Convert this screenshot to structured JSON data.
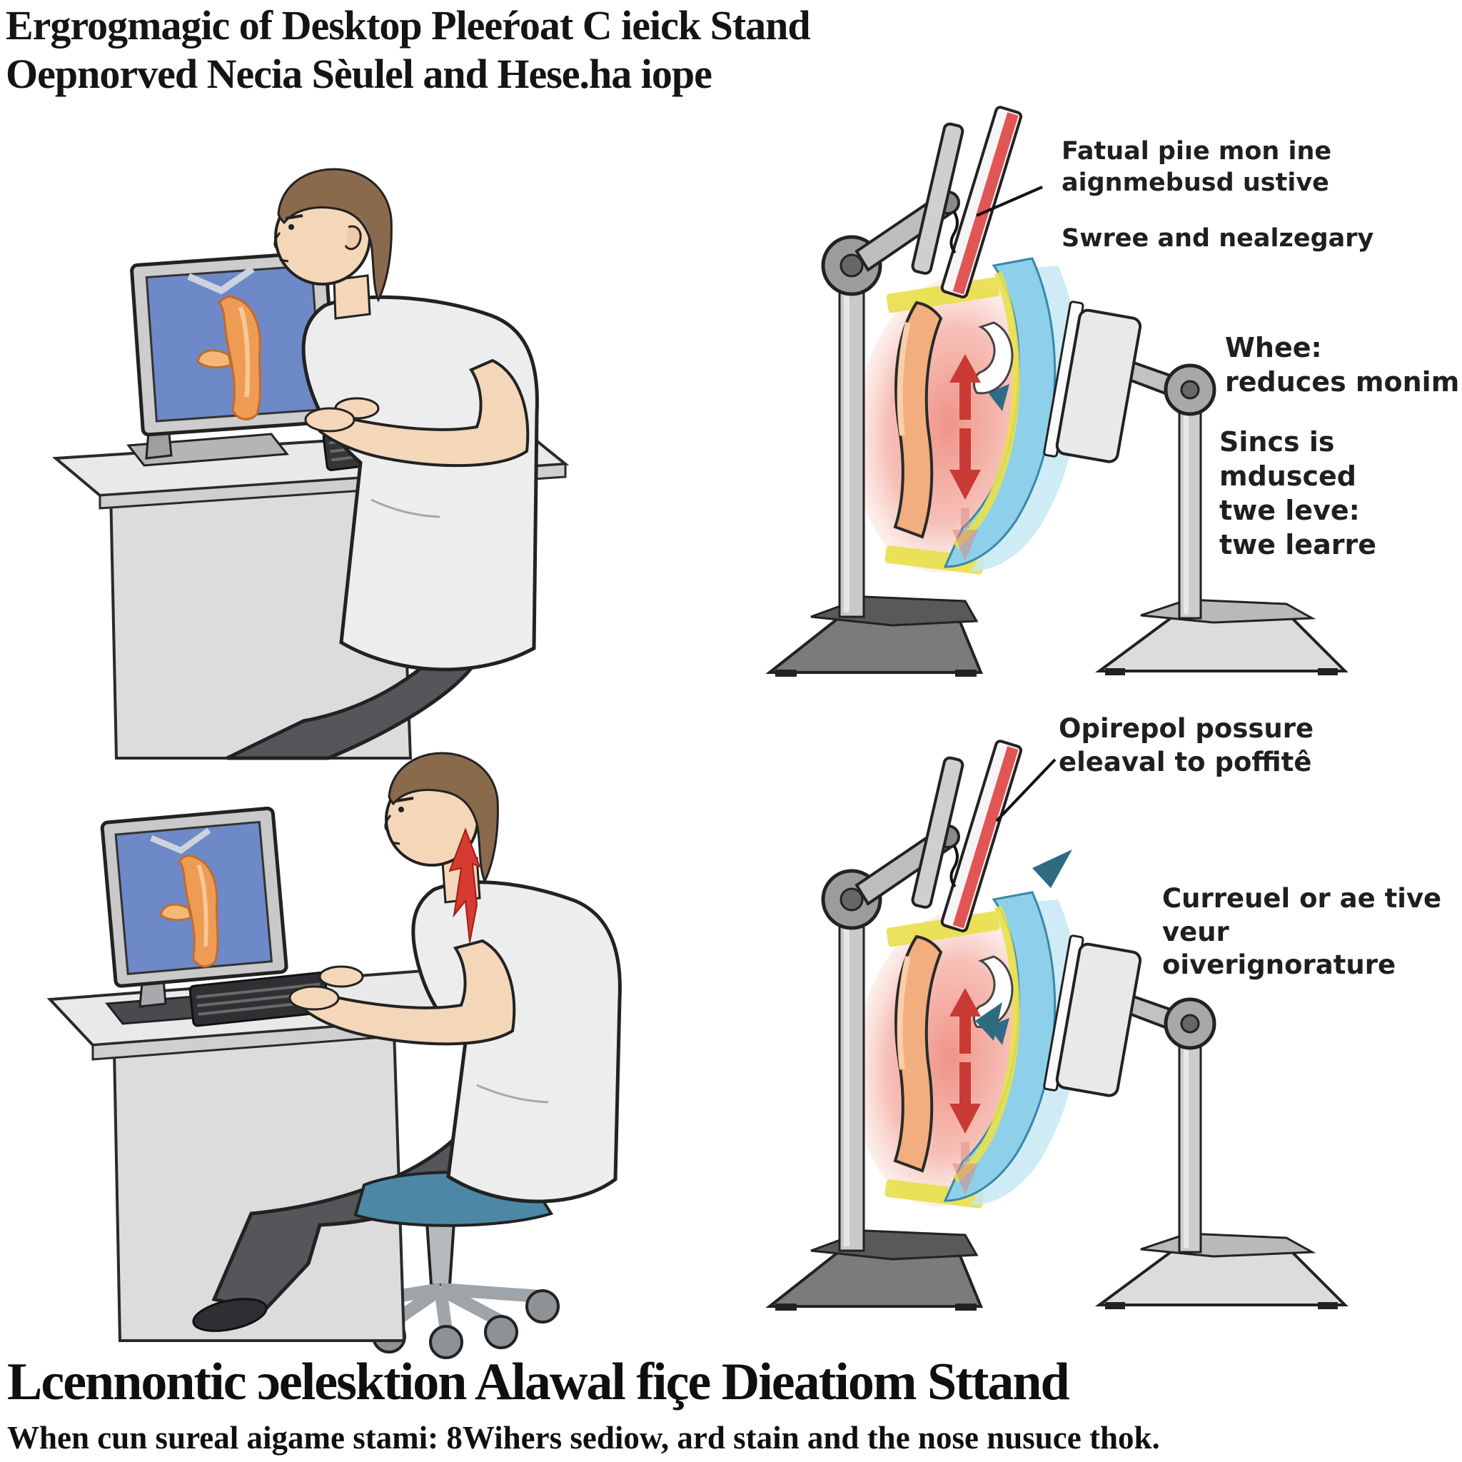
{
  "header": {
    "title_line1": "Ergrogmagic of Desktop Pleeŕoat C ieick Stand",
    "title_line2": "Oepnorved Necia Sèulel and Hese.ha iope"
  },
  "diagram_top": {
    "label_monitor_alignment": "Fatual piıe mon ine\naignmebusd ustive",
    "label_swree": "Swree and nealzegary",
    "label_whee": "Whee:\nreduces monim",
    "label_sincs": "Sincs is mdusced\ntwe leve:\ntwe learre"
  },
  "diagram_bottom": {
    "label_posture": "Opirepol possure\neleaval to poffitê",
    "label_curreuel": "Curreuel or ae tive\nveur oiverignorature"
  },
  "footer": {
    "title": "Lcennontic ɔelesktion Alawal fiçe Dieatiom Sttand",
    "subtitle": "When cun sureal aigame stami: 8Wihers sediow, ard stain and the nose nusuce thok."
  },
  "colors": {
    "background": "#ffffff",
    "text": "#1f1f1f",
    "pain_red": "#d63a30",
    "arrow_red": "#c93a35",
    "spine_orange": "#f2ae7f",
    "blob_pink": "#f0958a",
    "swoosh_blue": "#8ecfe9",
    "highlight_yellow": "#e8e04c",
    "chair_blue": "#4d87a6",
    "screen_blue": "#6e89c8",
    "shirt_gray": "#ededed",
    "desk_gray": "#e9e9e9",
    "red_panel": "#e25555",
    "teal_arrow": "#2e6b80"
  }
}
